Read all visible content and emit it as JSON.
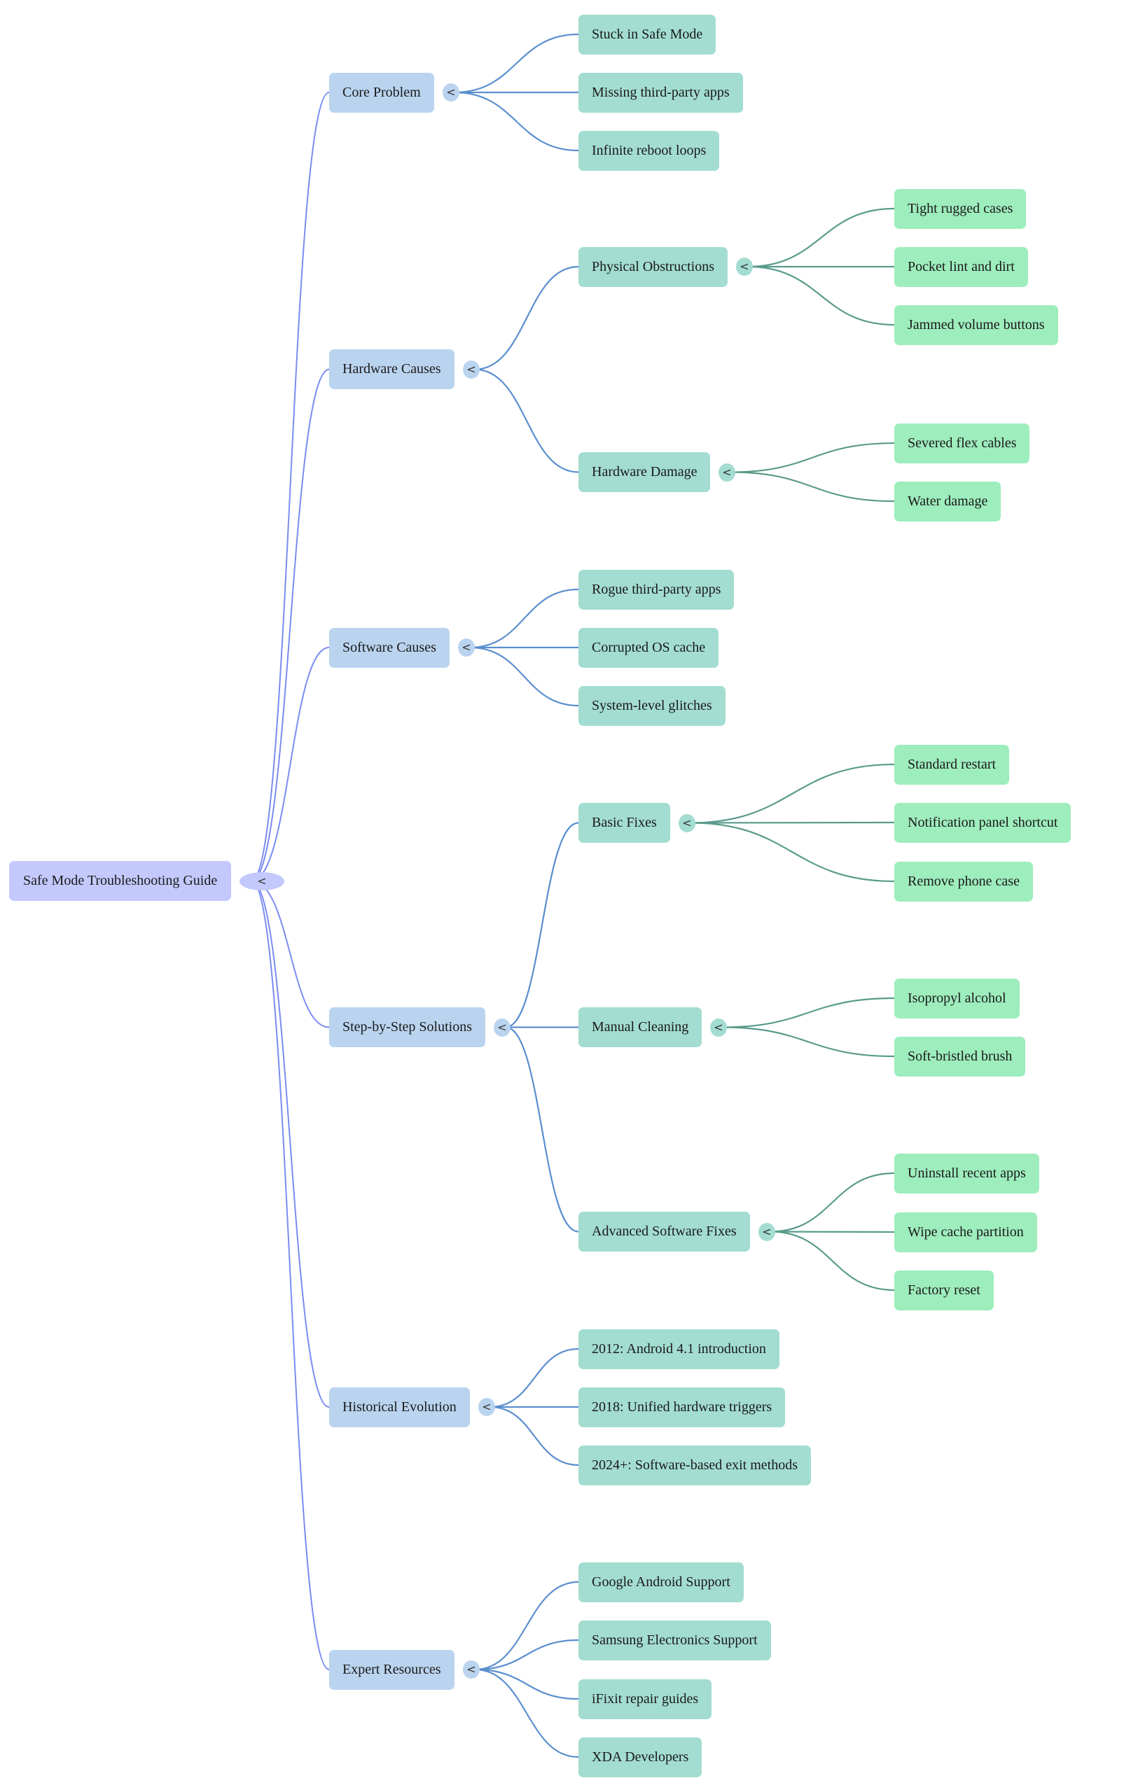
{
  "title": "Safe Mode Troubleshooting Guide",
  "toggle_glyph": "<",
  "colors": {
    "root_fill": "#c3c9fd",
    "level1_fill": "#bad4ef",
    "level2_fill": "#a3ddd1",
    "level3_fill": "#9eedbd",
    "root_edge": "#7b8cf2",
    "level1_edge": "#5b8fcf",
    "level2_edge": "#5a9b8b"
  },
  "tree": {
    "label": "Safe Mode Troubleshooting Guide",
    "children": [
      {
        "label": "Core Problem",
        "children": [
          {
            "label": "Stuck in Safe Mode"
          },
          {
            "label": "Missing third-party apps"
          },
          {
            "label": "Infinite reboot loops"
          }
        ]
      },
      {
        "label": "Hardware Causes",
        "children": [
          {
            "label": "Physical Obstructions",
            "children": [
              {
                "label": "Tight rugged cases"
              },
              {
                "label": "Pocket lint and dirt"
              },
              {
                "label": "Jammed volume buttons"
              }
            ]
          },
          {
            "label": "Hardware Damage",
            "children": [
              {
                "label": "Severed flex cables"
              },
              {
                "label": "Water damage"
              }
            ]
          }
        ]
      },
      {
        "label": "Software Causes",
        "children": [
          {
            "label": "Rogue third-party apps"
          },
          {
            "label": "Corrupted OS cache"
          },
          {
            "label": "System-level glitches"
          }
        ]
      },
      {
        "label": "Step-by-Step Solutions",
        "children": [
          {
            "label": "Basic Fixes",
            "children": [
              {
                "label": "Standard restart"
              },
              {
                "label": "Notification panel shortcut"
              },
              {
                "label": "Remove phone case"
              }
            ]
          },
          {
            "label": "Manual Cleaning",
            "children": [
              {
                "label": "Isopropyl alcohol"
              },
              {
                "label": "Soft-bristled brush"
              }
            ]
          },
          {
            "label": "Advanced Software Fixes",
            "children": [
              {
                "label": "Uninstall recent apps"
              },
              {
                "label": "Wipe cache partition"
              },
              {
                "label": "Factory reset"
              }
            ]
          }
        ]
      },
      {
        "label": "Historical Evolution",
        "children": [
          {
            "label": "2012: Android 4.1 introduction"
          },
          {
            "label": "2018: Unified hardware triggers"
          },
          {
            "label": "2024+: Software-based exit methods"
          }
        ]
      },
      {
        "label": "Expert Resources",
        "children": [
          {
            "label": "Google Android Support"
          },
          {
            "label": "Samsung Electronics Support"
          },
          {
            "label": "iFixit repair guides"
          },
          {
            "label": "XDA Developers"
          }
        ]
      }
    ]
  }
}
